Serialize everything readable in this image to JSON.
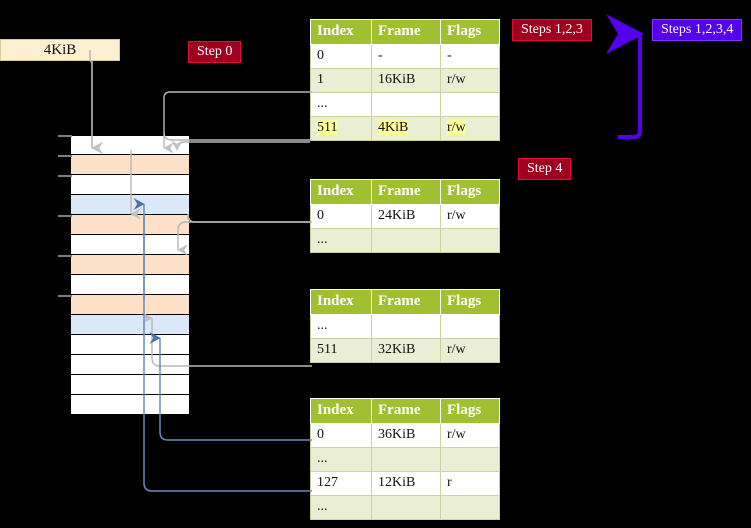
{
  "diagram": {
    "title_badges": {
      "step0": "Step 0",
      "step123": "Steps 1,2,3",
      "step1234": "Steps 1,2,3,4",
      "step4": "Step 4"
    },
    "memory_size_label": "4KiB",
    "colors": {
      "table_header_green": "#a0c030",
      "table_alt_row": "#e9eed4",
      "highlight_yellow": "#ffff99",
      "memory_orange": "#fde0c8",
      "memory_blue": "#dbe8f7",
      "badge_red": "#a00020",
      "badge_purple": "#5500ee",
      "wire_grey": "#b0b0b0",
      "wire_blue": "#6a8bbd"
    }
  },
  "memory_column": {
    "name": "physical-memory-frames",
    "rows": [
      {
        "fill": "white"
      },
      {
        "fill": "orange"
      },
      {
        "fill": "white"
      },
      {
        "fill": "blue"
      },
      {
        "fill": "orange"
      },
      {
        "fill": "white"
      },
      {
        "fill": "orange"
      },
      {
        "fill": "white"
      },
      {
        "fill": "orange"
      },
      {
        "fill": "blue"
      },
      {
        "fill": "white"
      },
      {
        "fill": "white"
      },
      {
        "fill": "white"
      },
      {
        "fill": "white"
      }
    ],
    "tick_rows": [
      0,
      1,
      2,
      4,
      6,
      8
    ]
  },
  "tables": [
    {
      "id": "table1",
      "name": "page-table-level-4",
      "columns": [
        "Index",
        "Frame",
        "Flags"
      ],
      "rows": [
        {
          "cells": [
            "0",
            "-",
            "-"
          ],
          "style": "plain",
          "highlight": false
        },
        {
          "cells": [
            "1",
            "16KiB",
            "r/w"
          ],
          "style": "alt",
          "highlight": false
        },
        {
          "cells": [
            "...",
            "",
            ""
          ],
          "style": "plain",
          "highlight": false
        },
        {
          "cells": [
            "511",
            "4KiB",
            "r/w"
          ],
          "style": "alt",
          "highlight": true
        }
      ]
    },
    {
      "id": "table2",
      "name": "page-table-level-3",
      "columns": [
        "Index",
        "Frame",
        "Flags"
      ],
      "rows": [
        {
          "cells": [
            "0",
            "24KiB",
            "r/w"
          ],
          "style": "plain",
          "highlight": false
        },
        {
          "cells": [
            "...",
            "",
            ""
          ],
          "style": "alt",
          "highlight": false
        }
      ]
    },
    {
      "id": "table3",
      "name": "page-table-level-2",
      "columns": [
        "Index",
        "Frame",
        "Flags"
      ],
      "rows": [
        {
          "cells": [
            "...",
            "",
            ""
          ],
          "style": "plain",
          "highlight": false
        },
        {
          "cells": [
            "511",
            "32KiB",
            "r/w"
          ],
          "style": "alt",
          "highlight": false
        }
      ]
    },
    {
      "id": "table4",
      "name": "page-table-level-1",
      "columns": [
        "Index",
        "Frame",
        "Flags"
      ],
      "rows": [
        {
          "cells": [
            "0",
            "36KiB",
            "r/w"
          ],
          "style": "plain",
          "highlight": false
        },
        {
          "cells": [
            "...",
            "",
            ""
          ],
          "style": "alt",
          "highlight": false
        },
        {
          "cells": [
            "127",
            "12KiB",
            "r"
          ],
          "style": "plain",
          "highlight": false
        },
        {
          "cells": [
            "...",
            "",
            ""
          ],
          "style": "alt",
          "highlight": false
        }
      ]
    }
  ]
}
